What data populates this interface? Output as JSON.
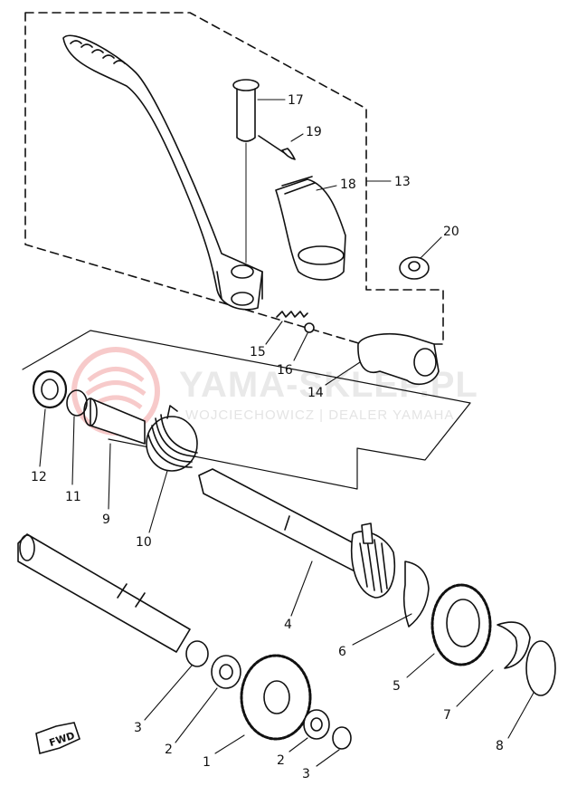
{
  "watermark": {
    "title": "YAMA-SKLEP.PL",
    "subtitle": "WOJCIECHOWICZ | DEALER YAMAHA"
  },
  "direction_marker": "FWD",
  "callouts": {
    "c1": "1",
    "c2a": "2",
    "c2b": "2",
    "c3a": "3",
    "c3b": "3",
    "c4": "4",
    "c5": "5",
    "c6": "6",
    "c7": "7",
    "c8": "8",
    "c9": "9",
    "c10": "10",
    "c11": "11",
    "c12": "12",
    "c13": "13",
    "c14": "14",
    "c15": "15",
    "c16": "16",
    "c17": "17",
    "c18": "18",
    "c19": "19",
    "c20": "20"
  },
  "colors": {
    "ink": "#111111",
    "watermark_logo": "#f2b3b3",
    "watermark_text": "#e6e6e6"
  }
}
